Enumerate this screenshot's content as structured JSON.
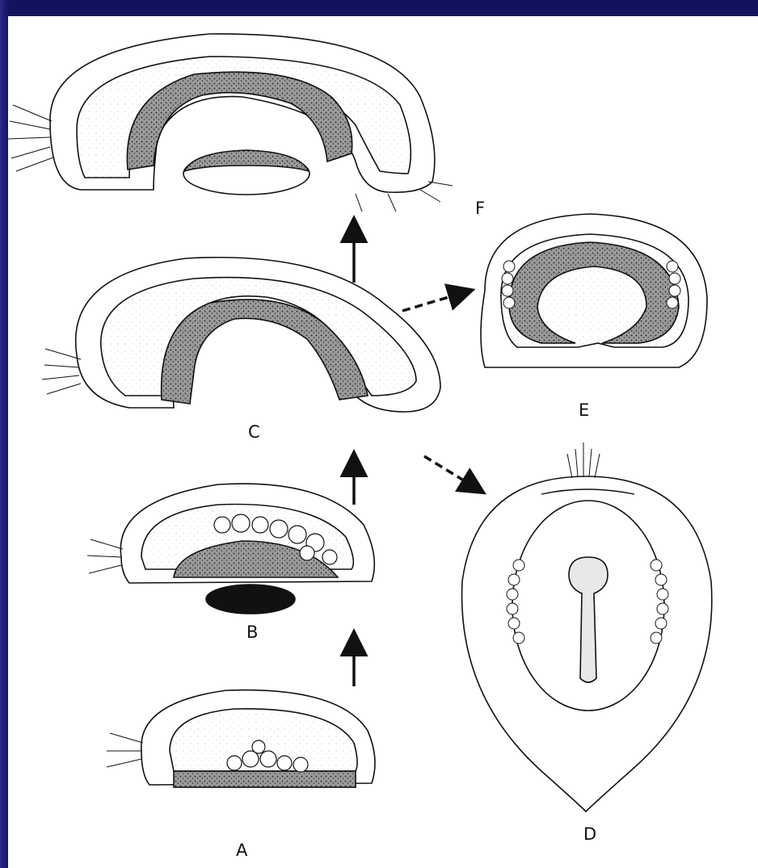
{
  "figure": {
    "labels": {
      "A": "A",
      "B": "B",
      "C": "C",
      "D": "D",
      "E": "E",
      "F": "F"
    }
  },
  "colors": {
    "frame": "#12125e",
    "background": "#ffffff",
    "ink": "#111111",
    "stipple_dark": "#888888",
    "stipple_light": "#d9d9d9"
  }
}
